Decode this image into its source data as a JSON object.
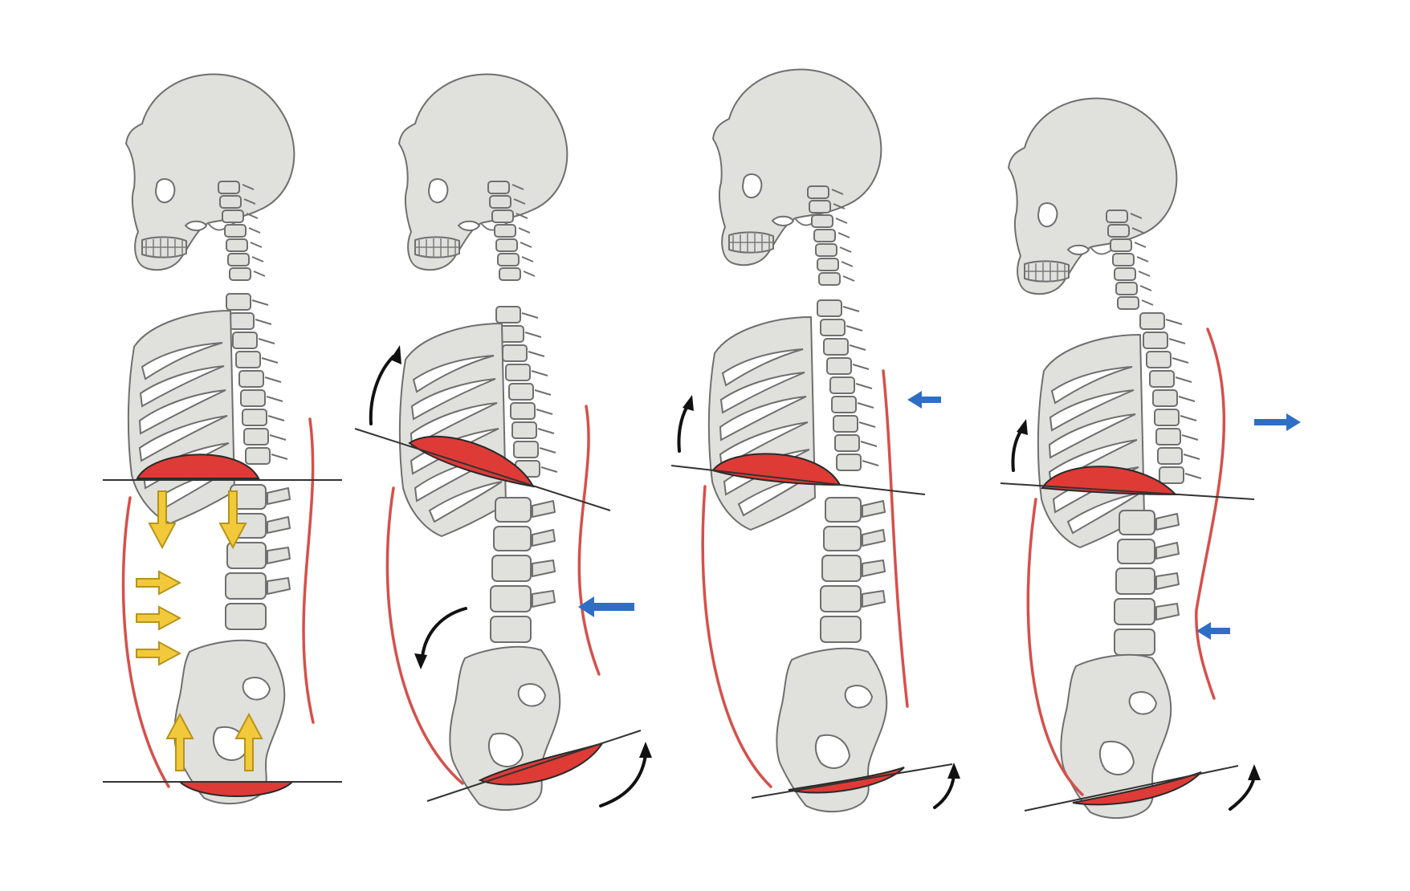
{
  "figure": {
    "panel_count": 4,
    "colors": {
      "background": "#ffffff",
      "bone": "#e0e0dc",
      "bone_outline": "#6f6f6f",
      "muscle_red": "#de3b37",
      "muscle_line": "#d6504b",
      "yellow_arrow": "#f2c93b",
      "yellow_arrow_outline": "#b79417",
      "blue_arrow": "#2f6ec5",
      "black_arrow": "#111111",
      "plane_line": "#333333"
    },
    "panels": [
      {
        "name": "panel-1",
        "icons": [
          "skeleton-side-view-icon",
          "diaphragm-muscle-icon",
          "pelvic-floor-muscle-icon",
          "yellow-pressure-arrow-icon"
        ]
      },
      {
        "name": "panel-2",
        "icons": [
          "skeleton-side-view-icon",
          "diaphragm-muscle-icon",
          "pelvic-floor-muscle-icon",
          "black-rotation-arrow-icon",
          "blue-force-arrow-icon"
        ]
      },
      {
        "name": "panel-3",
        "icons": [
          "skeleton-side-view-icon",
          "diaphragm-muscle-icon",
          "pelvic-floor-muscle-icon",
          "black-rotation-arrow-icon",
          "blue-force-arrow-icon"
        ]
      },
      {
        "name": "panel-4",
        "icons": [
          "skeleton-side-view-icon",
          "diaphragm-muscle-icon",
          "pelvic-floor-muscle-icon",
          "black-rotation-arrow-icon",
          "blue-force-arrow-icon"
        ]
      }
    ]
  }
}
